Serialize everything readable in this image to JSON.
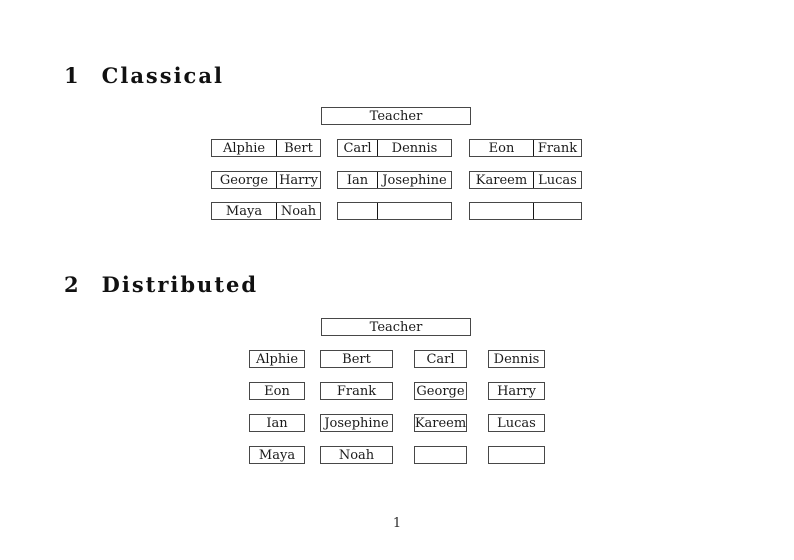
{
  "page": {
    "number": "1"
  },
  "sections": [
    {
      "number": "1",
      "title": "Classical"
    },
    {
      "number": "2",
      "title": "Distributed"
    }
  ],
  "classical": {
    "teacher_label": "Teacher",
    "rows": [
      [
        [
          "Alphie",
          "Bert"
        ],
        [
          "Carl",
          "Dennis"
        ],
        [
          "Eon",
          "Frank"
        ]
      ],
      [
        [
          "George",
          "Harry"
        ],
        [
          "Ian",
          "Josephine"
        ],
        [
          "Kareem",
          "Lucas"
        ]
      ],
      [
        [
          "Maya",
          "Noah"
        ],
        [
          "",
          ""
        ],
        [
          "",
          ""
        ]
      ]
    ]
  },
  "distributed": {
    "teacher_label": "Teacher",
    "rows": [
      [
        "Alphie",
        "Bert",
        "Carl",
        "Dennis"
      ],
      [
        "Eon",
        "Frank",
        "George",
        "Harry"
      ],
      [
        "Ian",
        "Josephine",
        "Kareem",
        "Lucas"
      ],
      [
        "Maya",
        "Noah",
        "",
        ""
      ]
    ]
  }
}
